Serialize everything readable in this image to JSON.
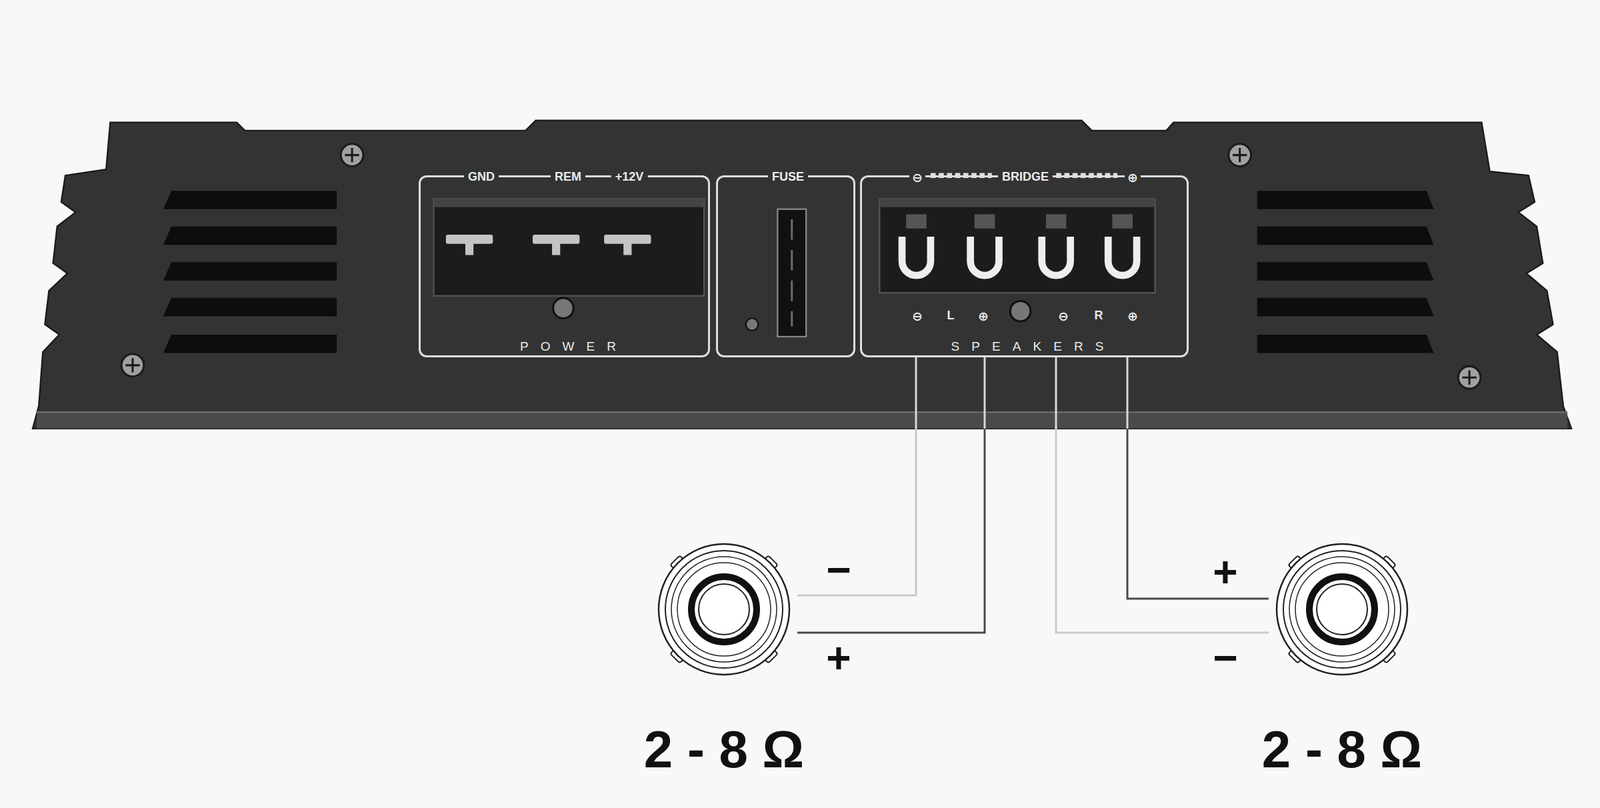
{
  "diagram": {
    "nodes": [
      {
        "text": [
          "GND",
          "REM",
          "+12V",
          "POWER"
        ]
      },
      {
        "text": [
          "FUSE"
        ]
      },
      {
        "text": [
          "⊖",
          "BRIDGE",
          "⊕",
          "⊖",
          "L",
          "⊕",
          "⊖",
          "R",
          "⊕",
          "SPEAKERS"
        ]
      },
      {
        "text": [
          "2 - 8 Ω"
        ]
      },
      {
        "text": [
          "2 - 8 Ω"
        ]
      }
    ],
    "edges": [
      {
        "from": 2,
        "to": 3,
        "arrow": "none",
        "label": "−"
      },
      {
        "from": 2,
        "to": 3,
        "arrow": "none",
        "label": "+"
      },
      {
        "from": 2,
        "to": 4,
        "arrow": "none",
        "label": "−"
      },
      {
        "from": 2,
        "to": 4,
        "arrow": "none",
        "label": "+"
      }
    ]
  }
}
